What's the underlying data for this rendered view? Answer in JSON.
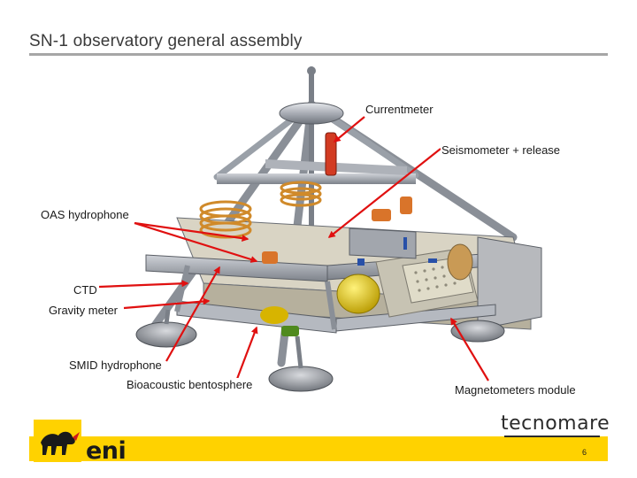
{
  "slide": {
    "title": "SN-1 observatory general assembly",
    "page_number": "6"
  },
  "labels": {
    "currentmeter": "Currentmeter",
    "seismometer": "Seismometer + release",
    "oas": "OAS hydrophone",
    "ctd": "CTD",
    "gravity": "Gravity meter",
    "smid": "SMID hydrophone",
    "bioacoustic": "Bioacoustic bentosphere",
    "magnetometers": "Magnetometers module"
  },
  "footer": {
    "eni_logo": "eni",
    "partner_logo": "tecnomare"
  },
  "colors": {
    "arrow": "#e01010",
    "footer_band": "#ffd200",
    "title_rule": "#a6a6a6"
  }
}
